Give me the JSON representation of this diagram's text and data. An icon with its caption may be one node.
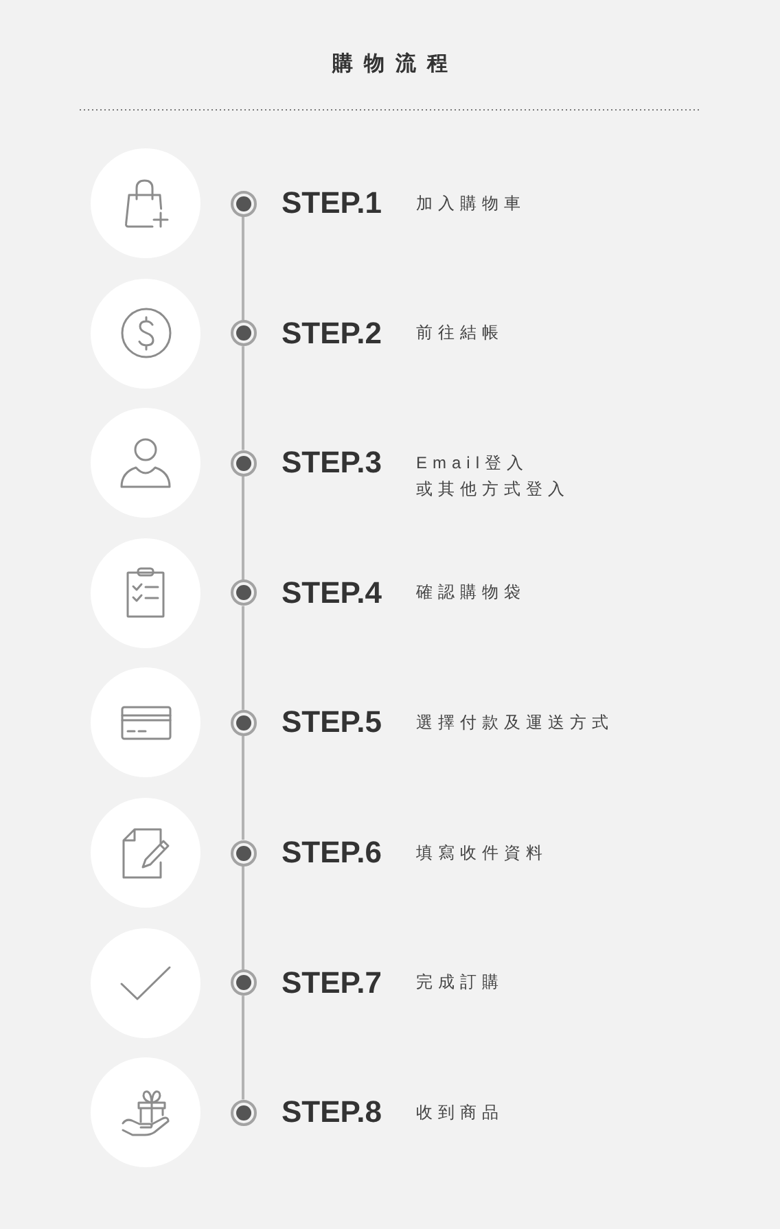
{
  "diagram": {
    "title": "購物流程",
    "nodes": [
      {
        "text": [],
        "shape": "circle"
      },
      {
        "text": [],
        "shape": "circle",
        "beside": [
          "STEP.1",
          "加入購物車"
        ]
      },
      {
        "text": [],
        "shape": "circle"
      },
      {
        "text": [],
        "shape": "circle",
        "beside": [
          "STEP.2",
          "前往結帳"
        ]
      },
      {
        "text": [],
        "shape": "circle"
      },
      {
        "text": [],
        "shape": "circle",
        "beside": [
          "STEP.3",
          "Email登入",
          "或其他方式登入"
        ]
      },
      {
        "text": [],
        "shape": "circle"
      },
      {
        "text": [],
        "shape": "circle",
        "beside": [
          "STEP.4",
          "確認購物袋"
        ]
      },
      {
        "text": [],
        "shape": "circle"
      },
      {
        "text": [],
        "shape": "circle",
        "beside": [
          "STEP.5",
          "選擇付款及運送方式"
        ]
      },
      {
        "text": [],
        "shape": "circle"
      },
      {
        "text": [],
        "shape": "circle",
        "beside": [
          "STEP.6",
          "填寫收件資料"
        ]
      },
      {
        "text": [],
        "shape": "circle"
      },
      {
        "text": [],
        "shape": "circle",
        "beside": [
          "STEP.7",
          "完成訂購"
        ]
      },
      {
        "text": [],
        "shape": "circle"
      },
      {
        "text": [],
        "shape": "circle",
        "beside": [
          "STEP.8",
          "收到商品"
        ]
      }
    ],
    "edges": [
      {
        "from": 1,
        "to": 3,
        "arrow": "none"
      },
      {
        "from": 3,
        "to": 5,
        "arrow": "none"
      },
      {
        "from": 5,
        "to": 7,
        "arrow": "none"
      },
      {
        "from": 7,
        "to": 9,
        "arrow": "none"
      },
      {
        "from": 9,
        "to": 11,
        "arrow": "none"
      },
      {
        "from": 11,
        "to": 13,
        "arrow": "none"
      },
      {
        "from": 13,
        "to": 15,
        "arrow": "none"
      }
    ]
  }
}
